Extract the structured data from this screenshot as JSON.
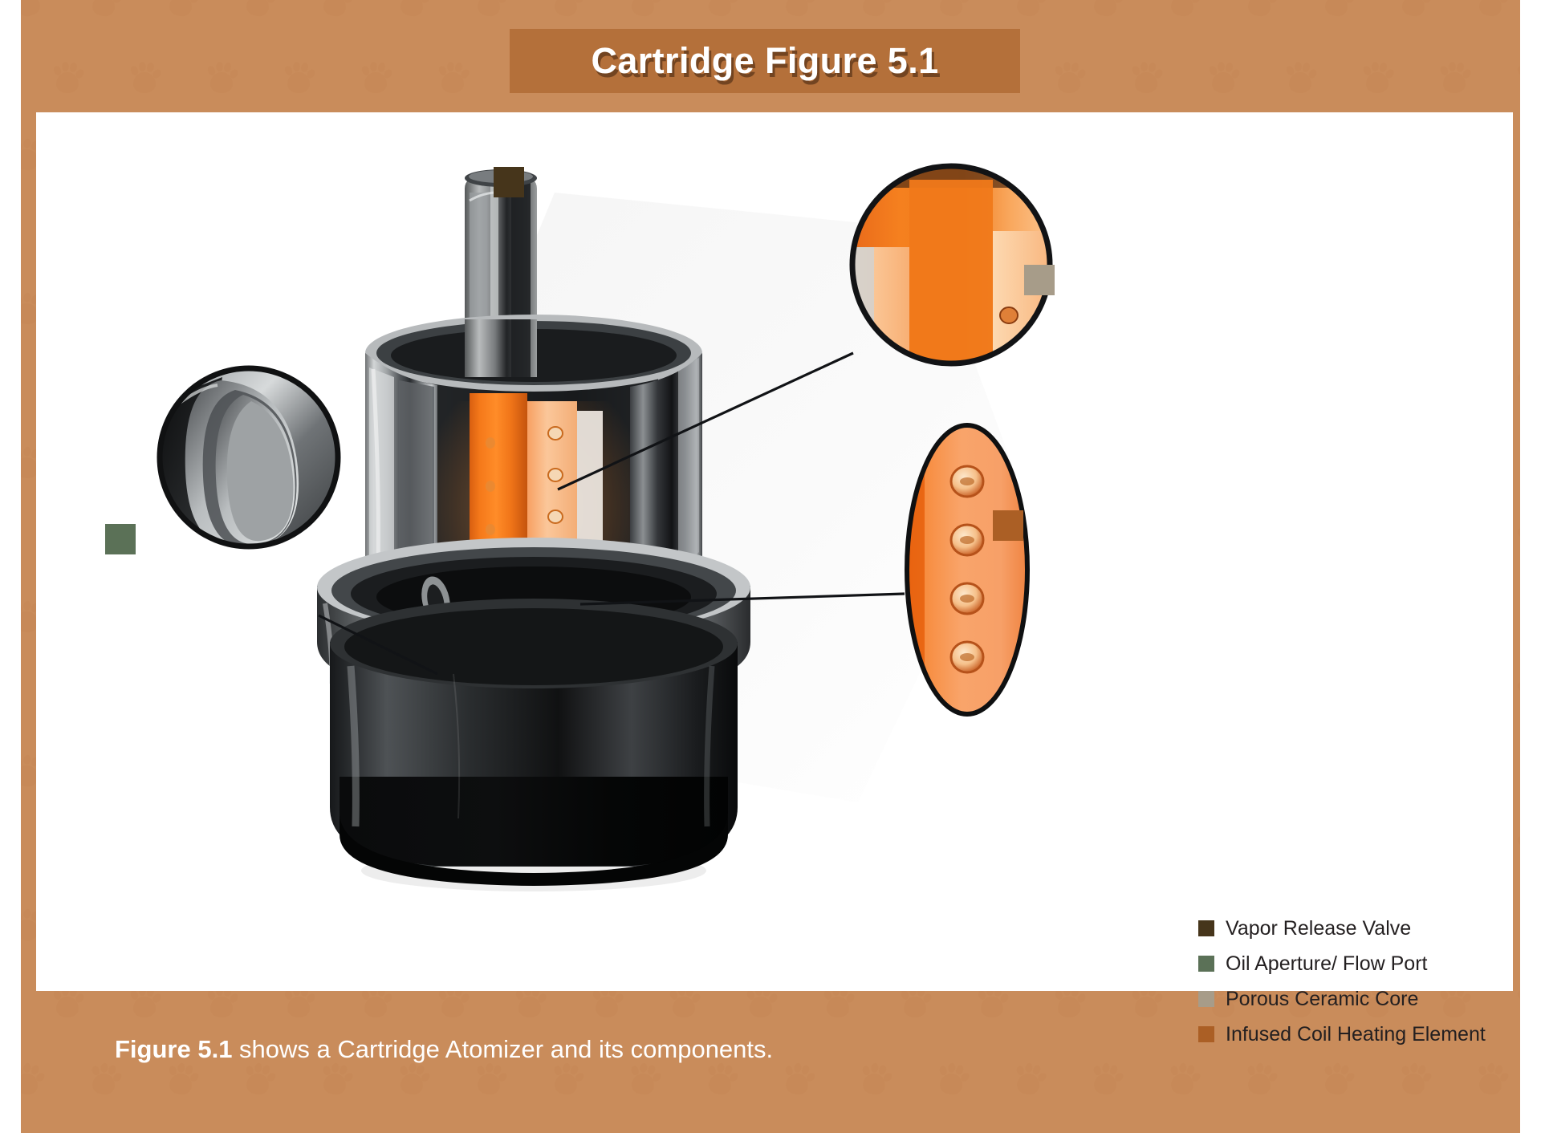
{
  "title": {
    "text": "Cartridge Figure 5.1",
    "ribbon_color": "#b4703a"
  },
  "theme": {
    "background": "#c98c5b",
    "card": "#ffffff",
    "pattern": "paw-print"
  },
  "legend": {
    "items": [
      {
        "label": "Vapor Release Valve",
        "color": "#46351b"
      },
      {
        "label": "Oil Aperture/ Flow Port",
        "color": "#5b7157"
      },
      {
        "label": "Porous Ceramic Core",
        "color": "#a79c89"
      },
      {
        "label": "Infused Coil Heating Element",
        "color": "#ab5f25"
      }
    ]
  },
  "markers": [
    {
      "name": "vapor-release-valve",
      "color": "#46351b"
    },
    {
      "name": "porous-ceramic-core",
      "color": "#a79c89"
    },
    {
      "name": "oil-aperture-flow-port",
      "color": "#5b7157"
    },
    {
      "name": "infused-coil-heating-element",
      "color": "#ab5f25"
    }
  ],
  "illustration": {
    "subject": "Cartridge Atomizer cutaway",
    "detail_insets": [
      {
        "name": "ceramic-core-closeup",
        "shape": "circle"
      },
      {
        "name": "flow-port-closeup",
        "shape": "circle"
      },
      {
        "name": "coil-element-closeup",
        "shape": "ellipse"
      }
    ]
  },
  "caption": {
    "bold": "Figure 5.1",
    "rest": " shows a Cartridge Atomizer and its components."
  }
}
